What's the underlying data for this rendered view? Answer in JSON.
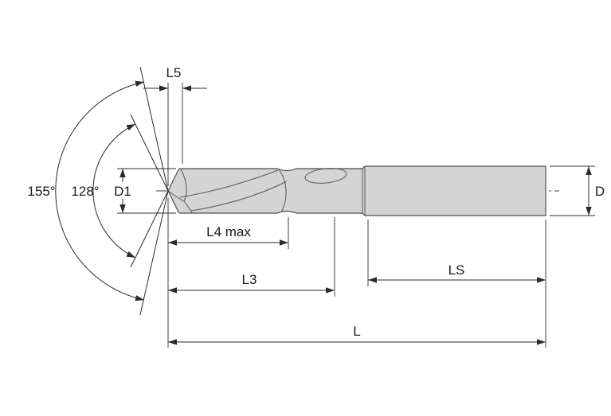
{
  "diagram": {
    "type": "technical-drawing",
    "subject": "drill side-view dimension drawing",
    "labels": {
      "angle_corner": "155°",
      "angle_point": "128°",
      "diameter_cutting": "D1",
      "length_point": "L5",
      "length_flute_usable": "L4 max",
      "length_flute": "L3",
      "length_shank": "LS",
      "length_overall": "L",
      "diameter_shank": "D"
    },
    "colors": {
      "background": "#ffffff",
      "body_fill": "#d4d4d4",
      "outline": "#4a4a4a",
      "dimension_lines": "#2b2b2b",
      "text": "#1a1a1a"
    }
  }
}
